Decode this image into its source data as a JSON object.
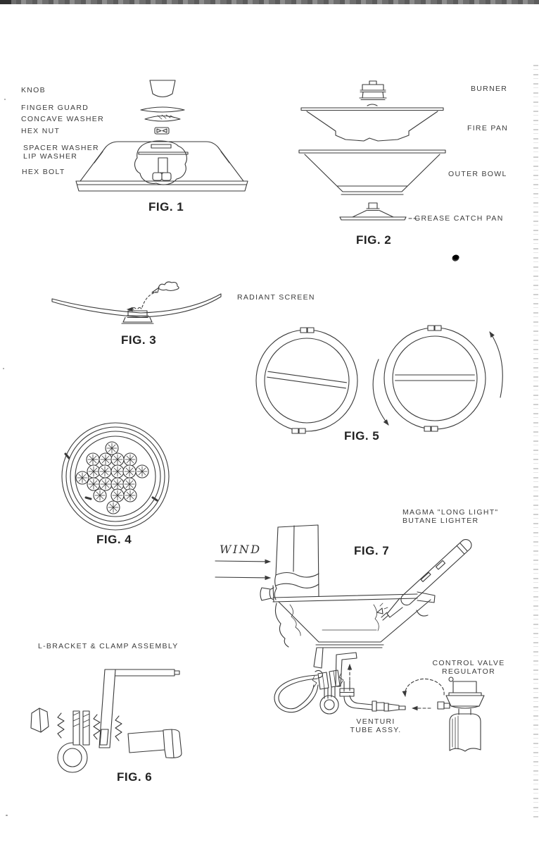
{
  "page": {
    "bg": "#ffffff",
    "ink": "#3a3a3a"
  },
  "figures": {
    "fig1": {
      "caption": "FIG. 1",
      "labels": {
        "knob": "KNOB",
        "finger_guard": "FINGER GUARD",
        "concave_washer": "CONCAVE WASHER",
        "hex_nut": "HEX NUT",
        "spacer_washer": "SPACER WASHER",
        "lip_washer": "LIP WASHER",
        "hex_bolt": "HEX BOLT"
      }
    },
    "fig2": {
      "caption": "FIG. 2",
      "labels": {
        "burner": "BURNER",
        "fire_pan": "FIRE PAN",
        "outer_bowl": "OUTER BOWL",
        "grease_catch_pan": "GREASE CATCH PAN"
      }
    },
    "fig3": {
      "caption": "FIG. 3",
      "labels": {
        "radiant_screen": "RADIANT SCREEN"
      }
    },
    "fig4": {
      "caption": "FIG. 4"
    },
    "fig5": {
      "caption": "FIG. 5"
    },
    "fig6": {
      "caption": "FIG. 6",
      "labels": {
        "assembly": "L-BRACKET & CLAMP ASSEMBLY"
      }
    },
    "fig7": {
      "caption": "FIG. 7",
      "labels": {
        "wind": "WIND",
        "lighter_line1": "MAGMA \"LONG LIGHT\"",
        "lighter_line2": "BUTANE LIGHTER",
        "control_valve_line1": "CONTROL VALVE",
        "control_valve_line2": "REGULATOR",
        "venturi_line1": "VENTURI",
        "venturi_line2": "TUBE ASSY."
      }
    }
  }
}
